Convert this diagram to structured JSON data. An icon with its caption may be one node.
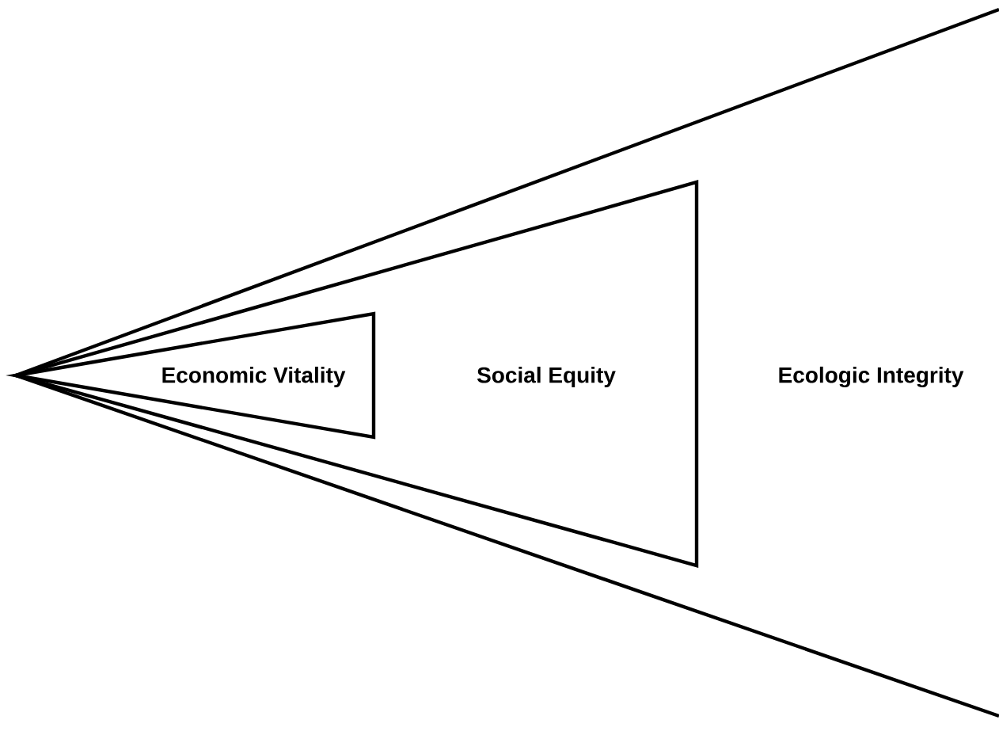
{
  "diagram": {
    "nodes": [
      {
        "text": [
          "Ecologic Integrity"
        ]
      },
      {
        "text": [
          "Social Equity"
        ],
        "in": 0
      },
      {
        "text": [
          "Economic Vitality"
        ],
        "in": 1
      }
    ]
  }
}
